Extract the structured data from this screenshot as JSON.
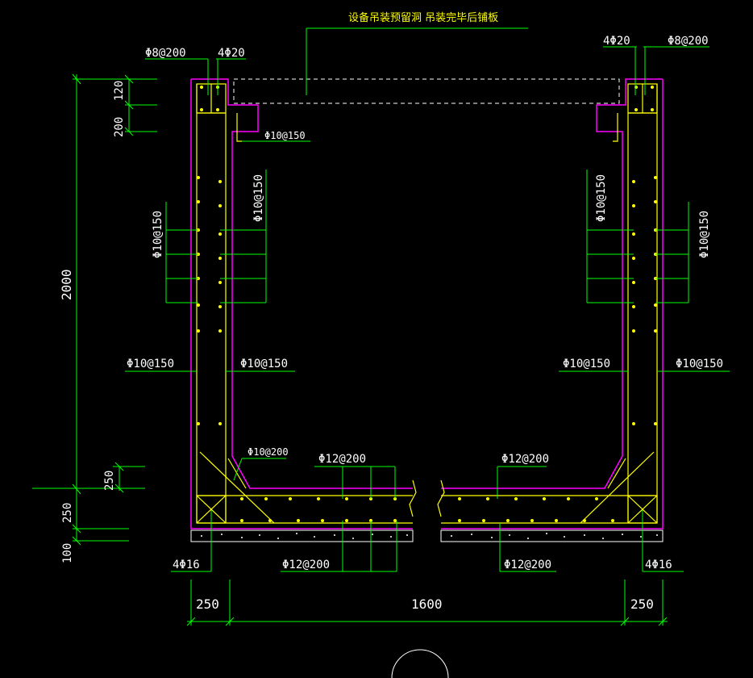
{
  "colors": {
    "background": "#000000",
    "concrete_outline": "#ff00ff",
    "rebar": "#ffff00",
    "leader": "#00ff00",
    "dimension": "#00ff00",
    "text": "#ffffff",
    "cushion": "#ffffff"
  },
  "notes": {
    "top_opening": "设备吊装预留洞 吊装完毕后铺板"
  },
  "rebar_labels": {
    "top_left_stirrup": "Φ8@200",
    "top_left_bars": "4Φ20",
    "top_right_bars": "4Φ20",
    "top_right_stirrup": "Φ8@200",
    "corner_haunch_top": "Φ10@150",
    "left_wall_inner_vertical": "Φ10@150",
    "left_wall_outer_vertical": "Φ10@150",
    "right_wall_inner_vertical": "Φ10@150",
    "right_wall_outer_vertical": "Φ10@150",
    "left_outer_horizontal": "Φ10@150",
    "left_inner_horizontal": "Φ10@150",
    "right_inner_horizontal": "Φ10@150",
    "right_outer_horizontal": "Φ10@150",
    "bottom_haunch": "Φ10@200",
    "bottom_top_left": "Φ12@200",
    "bottom_top_right": "Φ12@200",
    "bottom_bot_left": "Φ12@200",
    "bottom_bot_right": "Φ12@200",
    "bottom_left_corner_bars": "4Φ16",
    "bottom_right_corner_bars": "4Φ16"
  },
  "dimensions": {
    "left_total": "2000",
    "top_beam": "120",
    "top_haunch": "200",
    "bottom_haunch": "250",
    "bottom_slab": "250",
    "cushion": "100",
    "bottom_left_wall": "250",
    "bottom_clear": "1600",
    "bottom_right_wall": "250"
  }
}
